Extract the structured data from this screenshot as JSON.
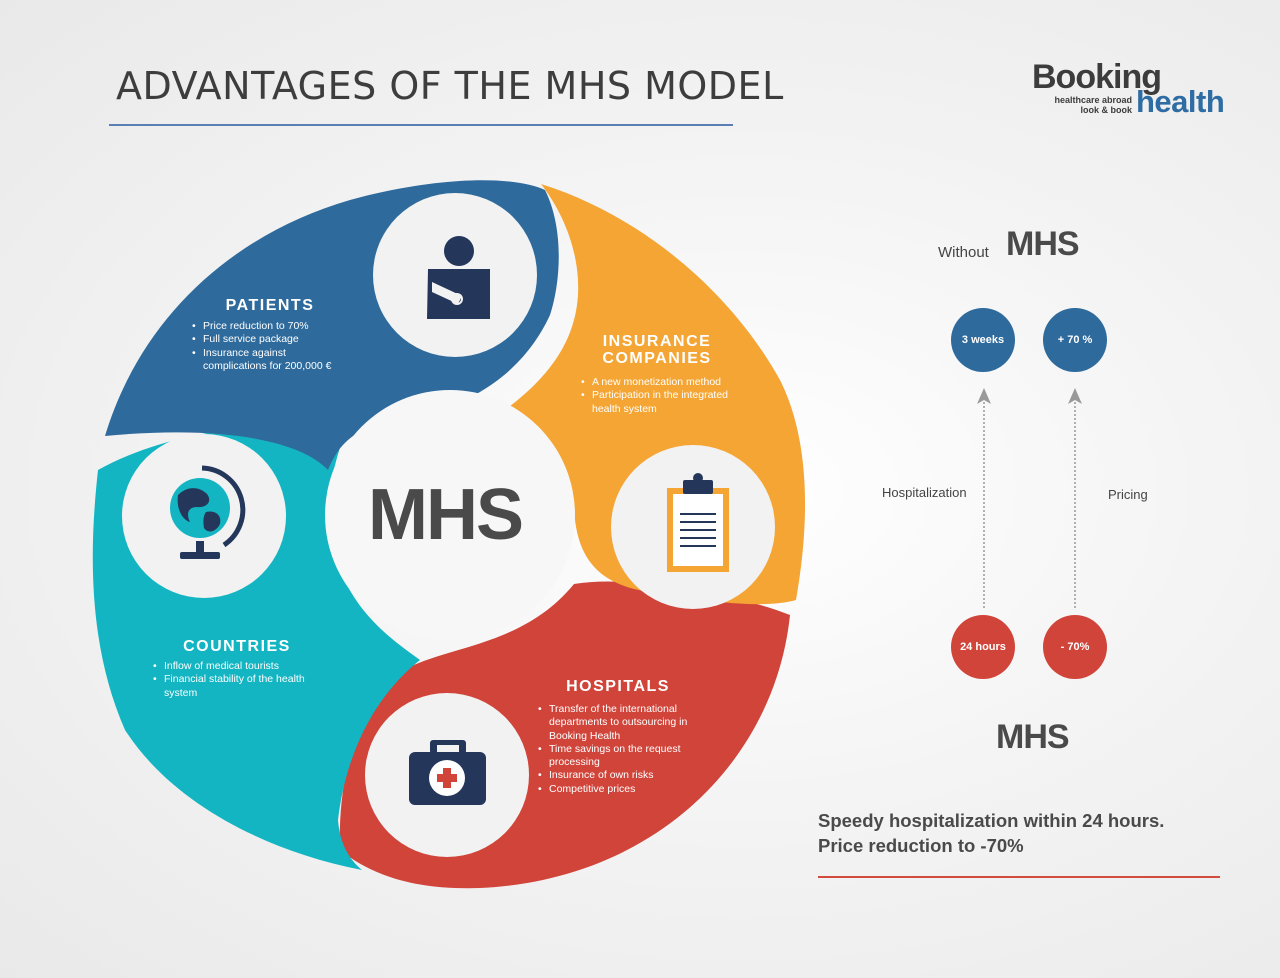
{
  "title": "ADVANTAGES OF THE MHS MODEL",
  "logo": {
    "booking": "Booking",
    "tagline_1": "healthcare abroad",
    "tagline_2": "look & book",
    "health": "health"
  },
  "colors": {
    "patients": "#2e6a9c",
    "insurance": "#f4a533",
    "countries": "#13b5c2",
    "hospitals": "#d0443a",
    "dark_icon": "#24375a"
  },
  "center_label": "MHS",
  "segments": {
    "patients": {
      "title": "PATIENTS",
      "icon": "patient-with-sling-icon",
      "items": [
        "Price reduction to 70%",
        "Full service package",
        "Insurance against complications for 200,000 €"
      ]
    },
    "insurance": {
      "title_line1": "INSURANCE",
      "title_line2": "COMPANIES",
      "icon": "clipboard-icon",
      "items": [
        "A new monetization method",
        "Participation in the integrated health system"
      ]
    },
    "countries": {
      "title": "COUNTRIES",
      "icon": "globe-icon",
      "items": [
        "Inflow of medical tourists",
        "Financial  stability  of  the  health system"
      ]
    },
    "hospitals": {
      "title": "HOSPITALS",
      "icon": "medical-kit-icon",
      "items": [
        "Transfer of the international departments to outsourcing in Booking Health",
        "Time savings on the request processing",
        "Insurance of own risks",
        "Competitive prices"
      ]
    }
  },
  "comparison": {
    "without_label": "Without",
    "without_mhs": "MHS",
    "with_mhs": "MHS",
    "hospitalization_label": "Hospitalization",
    "pricing_label": "Pricing",
    "without_hospitalization": "3 weeks",
    "without_pricing": "+ 70 %",
    "with_hospitalization": "24 hours",
    "with_pricing": "- 70%"
  },
  "summary": {
    "line1": "Speedy hospitalization within 24 hours.",
    "line2": "Price reduction to -70%"
  }
}
